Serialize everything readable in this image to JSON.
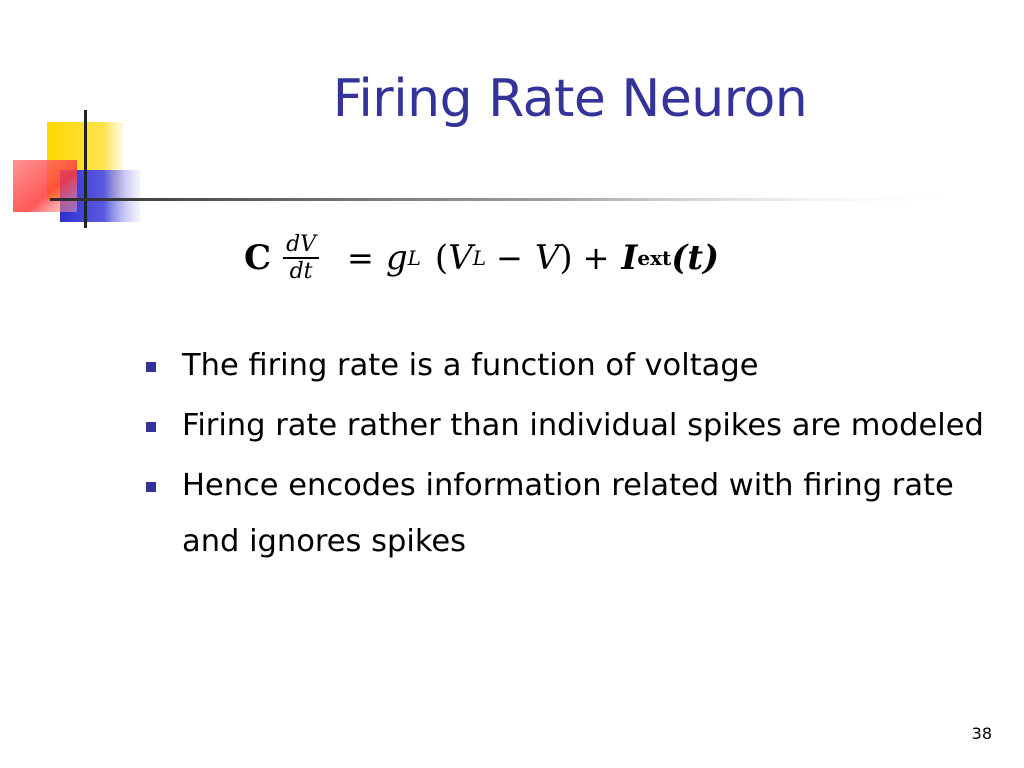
{
  "slide": {
    "title": "Firing Rate Neuron",
    "page_number": "38",
    "colors": {
      "title": "#333399",
      "bullet_marker": "#333399",
      "deco_yellow": "#ffd700",
      "deco_blue": "#3333cc",
      "deco_red": "#ff3333",
      "line_dark": "#333333"
    }
  },
  "equation": {
    "coefficient": "C",
    "fraction_numerator": "dV",
    "fraction_denominator": "dt",
    "equals": "=",
    "g": "g",
    "g_sub": "L",
    "open_paren": "(",
    "v_l": "V",
    "v_l_sub": "L",
    "minus": "−",
    "v": "V",
    "close_paren": ")",
    "plus": "+",
    "i": "I",
    "i_sub": "ext",
    "i_arg": "(t)"
  },
  "bullets": [
    "The firing rate is a function of voltage",
    "Firing rate rather than individual spikes are modeled",
    "Hence encodes information related with firing rate and ignores spikes"
  ]
}
